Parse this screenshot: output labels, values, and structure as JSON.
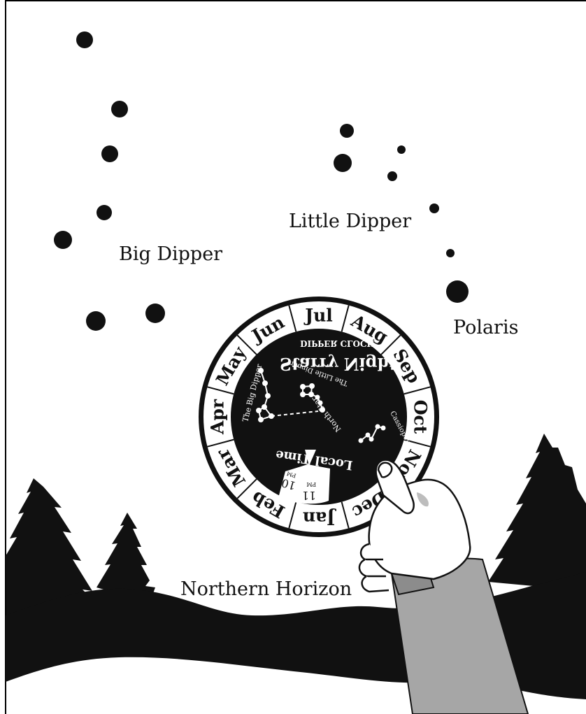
{
  "labels": {
    "big_dipper": "Big Dipper",
    "little_dipper": "Little Dipper",
    "polaris": "Polaris",
    "northern_horizon": "Northern Horizon"
  },
  "dial": {
    "title": "Starry Night",
    "subtitle": "DIPPER CLOCK",
    "months": [
      "Jul",
      "Aug",
      "Sep",
      "Oct",
      "Nov",
      "Dec",
      "Jan",
      "Feb",
      "Mar",
      "Apr",
      "May",
      "Jun"
    ],
    "local_time": "Local Time",
    "north_star": "North Star",
    "big_dipper_label": "The Big Dipper",
    "little_dipper_label": "The Little Dipper",
    "cassiopeia_label": "Cassiopeia",
    "hour_10": "10",
    "hour_11": "11",
    "pm": "PM"
  },
  "colors": {
    "ink": "#111111",
    "sleeve": "#a6a6a6",
    "skin": "#ffffff"
  }
}
